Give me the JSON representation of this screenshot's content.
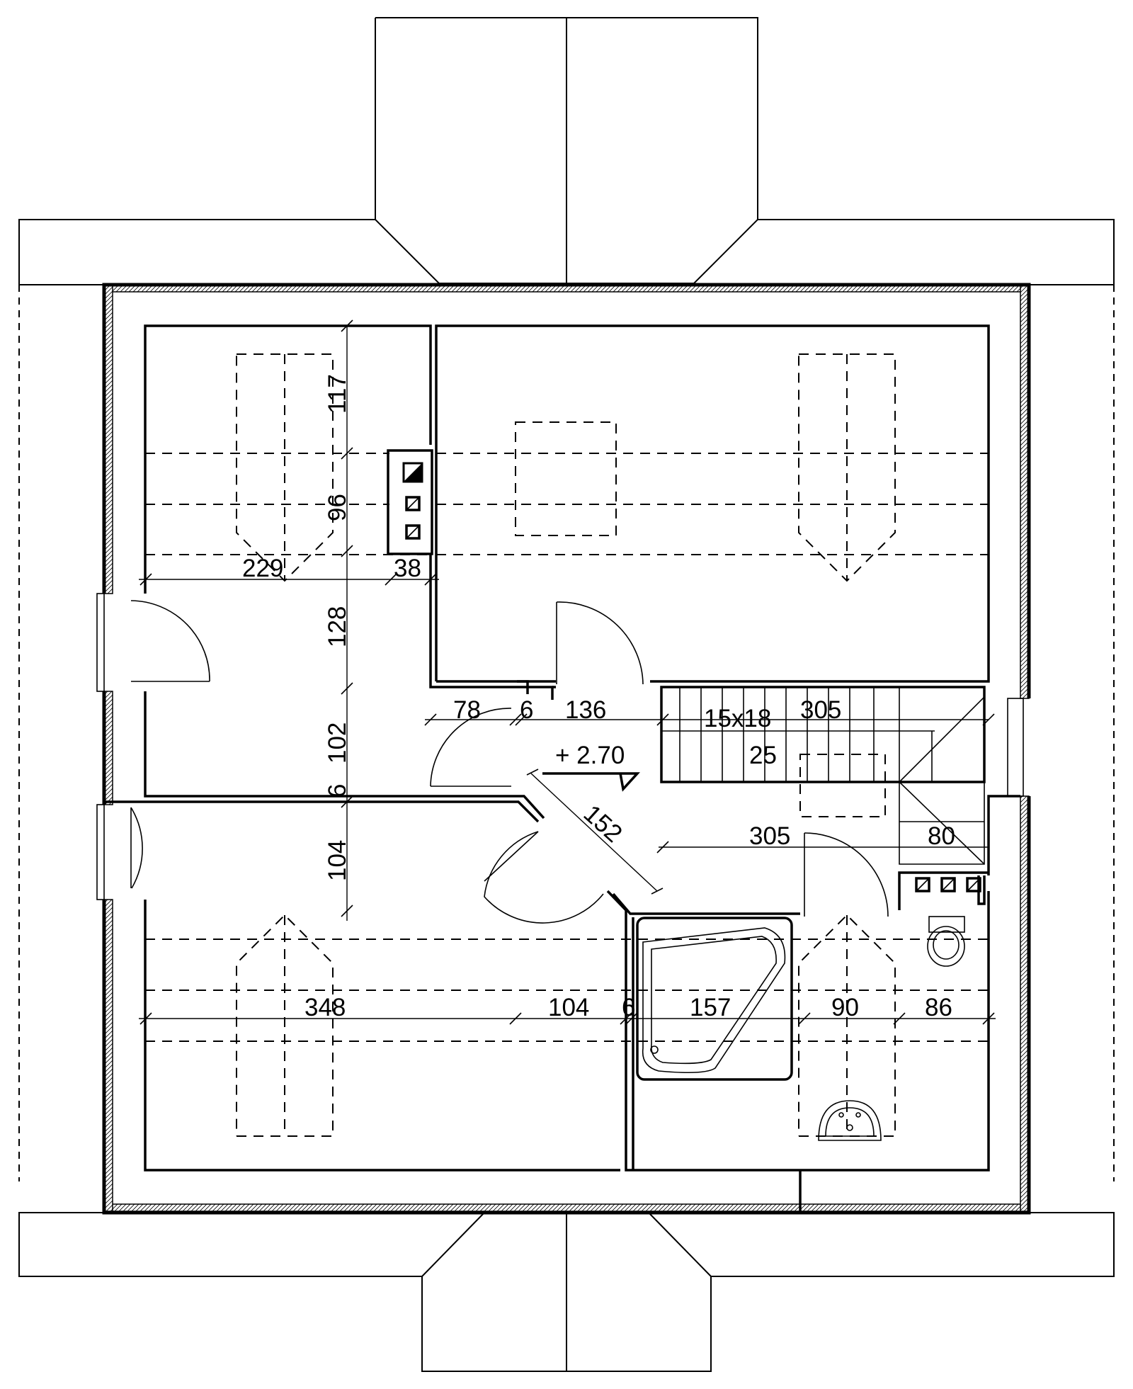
{
  "plan": {
    "level_label": "+ 2.70",
    "stairs_label": "15x18",
    "stairs_sub_label": "25",
    "dimensions": {
      "d117": "117",
      "d96": "96",
      "d229": "229",
      "d38": "38",
      "d128": "128",
      "d102": "102",
      "d6a": "6",
      "d104v": "104",
      "d78": "78",
      "d6b": "6",
      "d136": "136",
      "d305a": "305",
      "d152": "152",
      "d305b": "305",
      "d80": "80",
      "d348": "348",
      "d104h": "104",
      "d6c": "6",
      "d157": "157",
      "d90": "90",
      "d86": "86"
    }
  }
}
